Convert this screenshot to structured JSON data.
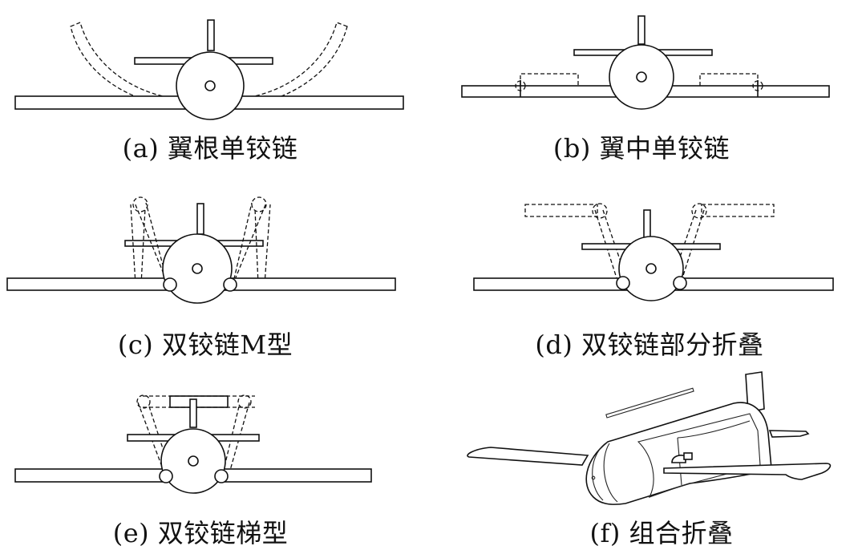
{
  "figure": {
    "panels": [
      {
        "id": "a",
        "caption": "(a) 翼根单铰链"
      },
      {
        "id": "b",
        "caption": "(b) 翼中单铰链"
      },
      {
        "id": "c",
        "caption": "(c) 双铰链M型"
      },
      {
        "id": "d",
        "caption": "(d) 双铰链部分折叠"
      },
      {
        "id": "e",
        "caption": "(e) 双铰链梯型"
      },
      {
        "id": "f",
        "caption": "(f) 组合折叠"
      }
    ],
    "line_color": "#111111",
    "background": "#ffffff"
  }
}
